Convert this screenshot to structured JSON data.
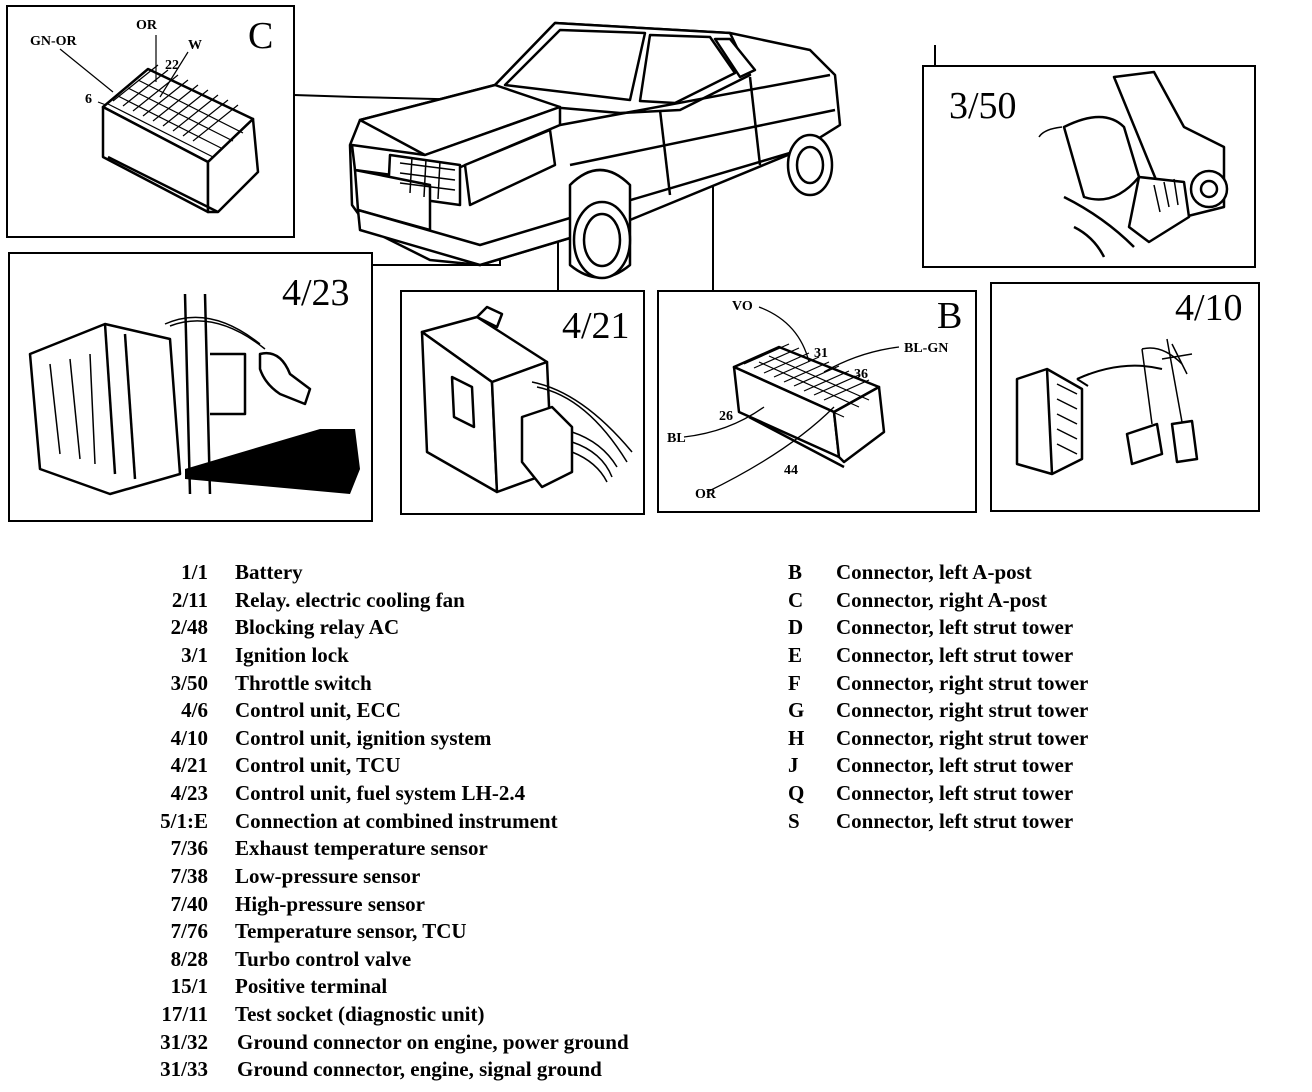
{
  "panels": {
    "c": {
      "id": "C",
      "labels": {
        "gn_or": "GN-OR",
        "or": "OR",
        "w": "W",
        "num22": "22",
        "num6": "6"
      }
    },
    "p350": {
      "id": "3/50"
    },
    "p423": {
      "id": "4/23"
    },
    "p421": {
      "id": "4/21"
    },
    "b": {
      "id": "B",
      "labels": {
        "vo": "VO",
        "bl_gn": "BL-GN",
        "num31": "31",
        "num36": "36",
        "num26": "26",
        "bl": "BL",
        "or": "OR",
        "num44": "44"
      }
    },
    "p410": {
      "id": "4/10"
    }
  },
  "legend_left": [
    {
      "code": "1/1",
      "desc": "Battery"
    },
    {
      "code": "2/11",
      "desc": "Relay. electric cooling fan"
    },
    {
      "code": "2/48",
      "desc": "Blocking relay AC"
    },
    {
      "code": "3/1",
      "desc": "Ignition lock"
    },
    {
      "code": "3/50",
      "desc": "Throttle switch"
    },
    {
      "code": "4/6",
      "desc": "Control unit, ECC"
    },
    {
      "code": "4/10",
      "desc": "Control unit, ignition system"
    },
    {
      "code": "4/21",
      "desc": "Control unit, TCU"
    },
    {
      "code": "4/23",
      "desc": "Control unit, fuel system LH-2.4"
    },
    {
      "code": "5/1:E",
      "desc": "Connection at combined instrument"
    },
    {
      "code": "7/36",
      "desc": "Exhaust temperature sensor"
    },
    {
      "code": "7/38",
      "desc": "Low-pressure sensor"
    },
    {
      "code": "7/40",
      "desc": "High-pressure sensor"
    },
    {
      "code": "7/76",
      "desc": "Temperature sensor, TCU"
    },
    {
      "code": "8/28",
      "desc": "Turbo control valve"
    },
    {
      "code": "15/1",
      "desc": "Positive terminal"
    },
    {
      "code": "17/11",
      "desc": "Test socket (diagnostic unit)"
    },
    {
      "code": "31/32",
      "desc": "Ground connector on engine, power ground"
    },
    {
      "code": "31/33",
      "desc": "Ground connector, engine, signal ground"
    }
  ],
  "legend_right": [
    {
      "code": "B",
      "desc": "Connector, left A-post"
    },
    {
      "code": "C",
      "desc": "Connector, right A-post"
    },
    {
      "code": "D",
      "desc": "Connector, left strut tower"
    },
    {
      "code": "E",
      "desc": "Connector, left strut tower"
    },
    {
      "code": "F",
      "desc": "Connector, right strut tower"
    },
    {
      "code": "G",
      "desc": "Connector, right strut tower"
    },
    {
      "code": "H",
      "desc": "Connector, right strut tower"
    },
    {
      "code": "J",
      "desc": "Connector, left strut tower"
    },
    {
      "code": "Q",
      "desc": "Connector, left strut tower"
    },
    {
      "code": "S",
      "desc": "Connector, left strut tower"
    }
  ]
}
